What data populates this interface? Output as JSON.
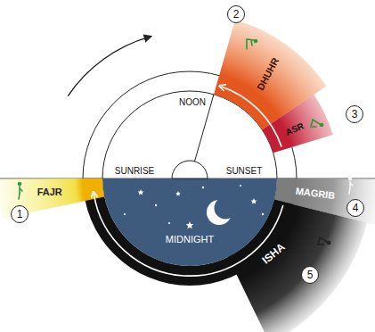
{
  "diagram": {
    "nodes": [
      {
        "text": [
          "DHUHR"
        ]
      },
      {
        "text": [
          "ASR"
        ]
      },
      {
        "text": [
          "FAJR"
        ]
      },
      {
        "text": [
          "MAGRIB"
        ]
      },
      {
        "text": [
          "ISHA"
        ]
      }
    ],
    "labels": [
      "2",
      "NOON",
      "3",
      "SUNRISE",
      "SUNSET",
      "1",
      "4",
      "MIDNIGHT",
      "5"
    ]
  }
}
